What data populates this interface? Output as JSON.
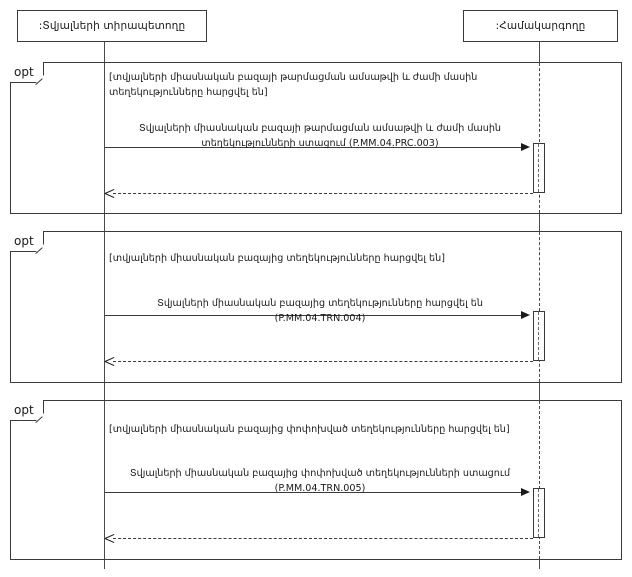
{
  "diagram": {
    "type": "uml-sequence-diagram",
    "lifelines": [
      {
        "id": "owner",
        "label": ":Տվյալների տիրապետողը"
      },
      {
        "id": "coordinator",
        "label": ":Համակարգողը"
      }
    ],
    "fragments": [
      {
        "operator": "opt",
        "guard": "[տվյալների միասնական բազայի թարմացման ամսաթվի և ժամի մասին\nտեղեկությունները հարցվել են]",
        "message": "Տվյալների միասնական բազայի թարմացման ամսաթվի և ժամի մասին\nտեղեկությունների ստացում (P.MM.04.PRC.003)",
        "message_id": "P.MM.04.PRC.003"
      },
      {
        "operator": "opt",
        "guard": "[տվյալների միասնական բազայից տեղեկությունները հարցվել են]",
        "message": "Տվյալների միասնական բազայից տեղեկությունները հարցվել են\n(P.MM.04.TRN.004)",
        "message_id": "P.MM.04.TRN.004"
      },
      {
        "operator": "opt",
        "guard": "[տվյալների միասնական բազայից փոփոխված տեղեկությունները հարցվել են]",
        "message": "Տվյալների միասնական բազայից փոփոխված տեղեկությունների ստացում\n(P.MM.04.TRN.005)",
        "message_id": "P.MM.04.TRN.005"
      }
    ],
    "colors": {
      "stroke": "#3a3a3a",
      "background": "#ffffff",
      "text": "#1a1a1a"
    }
  }
}
